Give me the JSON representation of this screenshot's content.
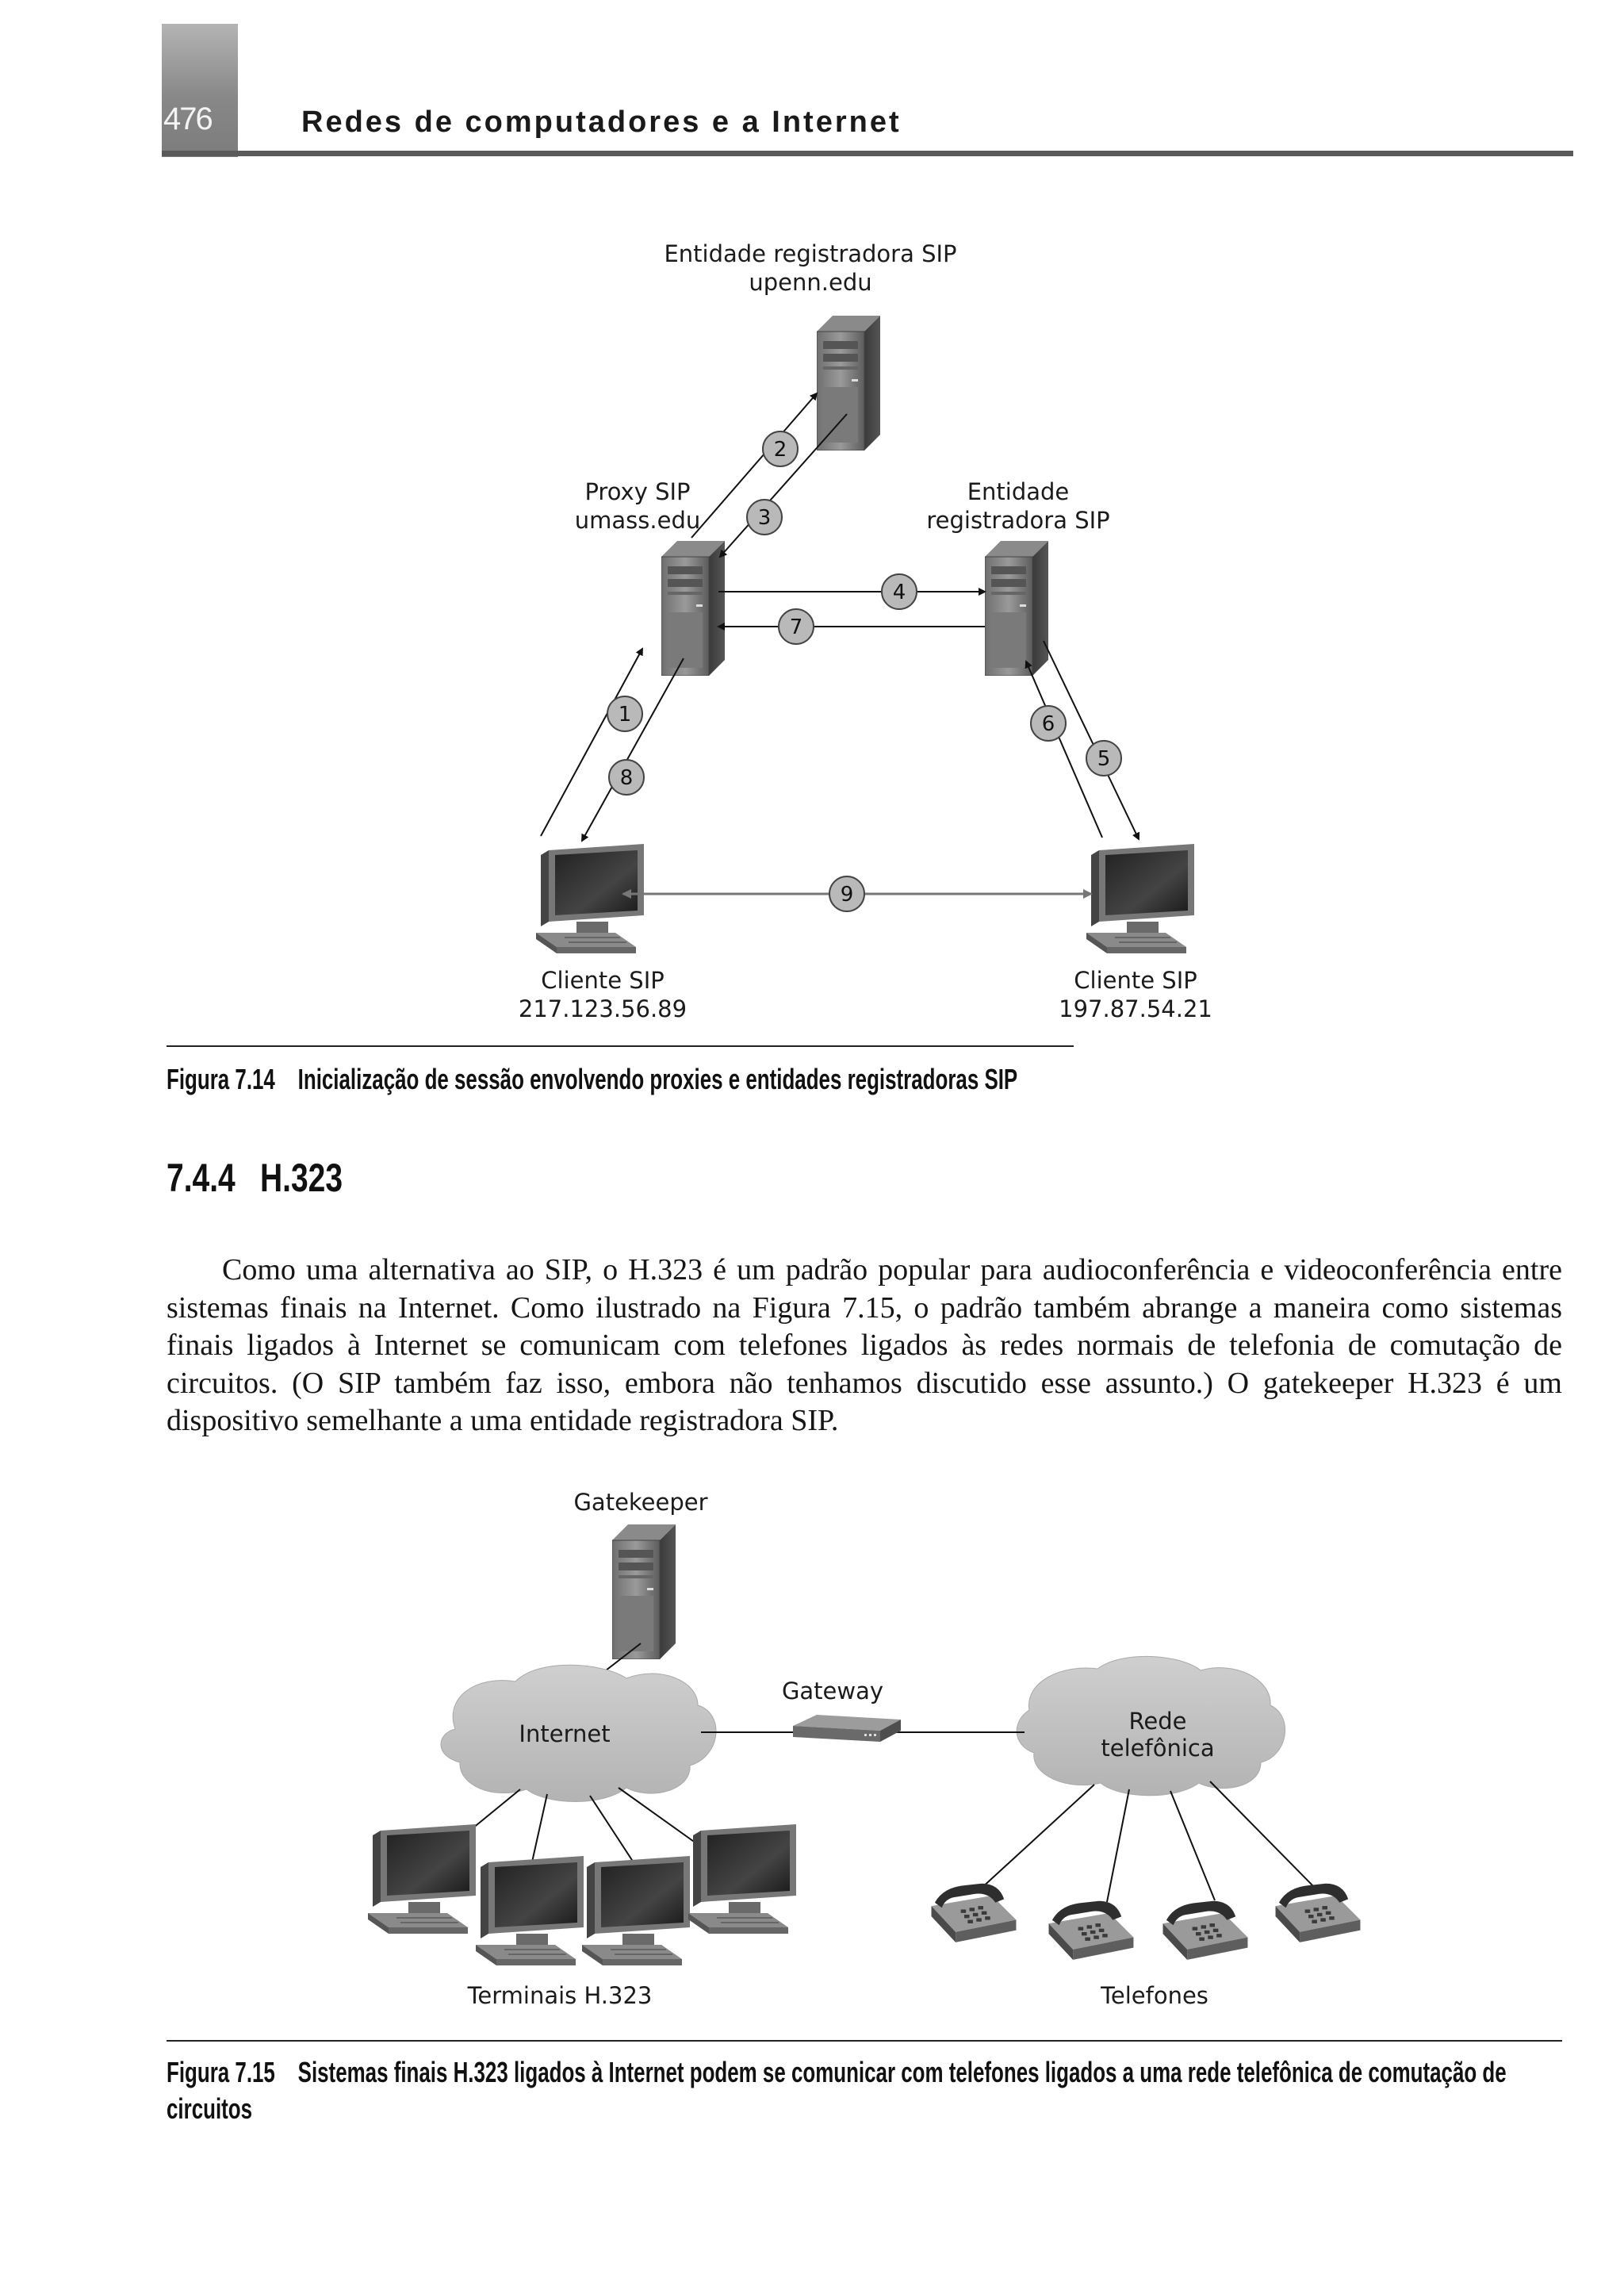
{
  "header": {
    "page_number": "476",
    "running_head": "Redes de computadores e a Internet"
  },
  "figure_7_14": {
    "labels": {
      "registrar_upenn_line1": "Entidade registradora SIP",
      "registrar_upenn_line2": "upenn.edu",
      "proxy_line1": "Proxy SIP",
      "proxy_line2": "umass.edu",
      "registrar_right_line1": "Entidade",
      "registrar_right_line2": "registradora SIP",
      "client_left_line1": "Cliente SIP",
      "client_left_line2": "217.123.56.89",
      "client_right_line1": "Cliente SIP",
      "client_right_line2": "197.87.54.21"
    },
    "steps": [
      "1",
      "2",
      "3",
      "4",
      "5",
      "6",
      "7",
      "8",
      "9"
    ],
    "caption_number": "Figura 7.14",
    "caption_text": "Inicialização de sessão envolvendo proxies e entidades registradoras SIP"
  },
  "section": {
    "number": "7.4.4",
    "title": "H.323"
  },
  "body_paragraph": "Como uma alternativa ao SIP, o H.323 é um padrão popular para audioconferência e videoconferência entre sistemas finais na Internet. Como ilustrado na Figura 7.15, o padrão também abrange a maneira como sistemas finais ligados à Internet se comunicam com telefones ligados às redes normais de telefonia de comutação de circuitos. (O SIP também faz isso, embora não tenhamos discutido esse assunto.) O gatekeeper H.323 é um dispositivo semelhante a uma entidade registradora SIP.",
  "figure_7_15": {
    "labels": {
      "gatekeeper": "Gatekeeper",
      "gateway": "Gateway",
      "internet": "Internet",
      "phone_net_line1": "Rede",
      "phone_net_line2": "telefônica",
      "terminals": "Terminais H.323",
      "phones": "Telefones"
    },
    "caption_number": "Figura 7.15",
    "caption_text": "Sistemas finais H.323 ligados à Internet podem se comunicar com telefones ligados a uma rede telefônica de comutação de circuitos"
  }
}
